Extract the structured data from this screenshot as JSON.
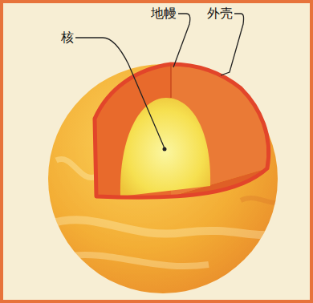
{
  "diagram": {
    "labels": [
      "地幔",
      "外壳",
      "核"
    ]
  }
}
